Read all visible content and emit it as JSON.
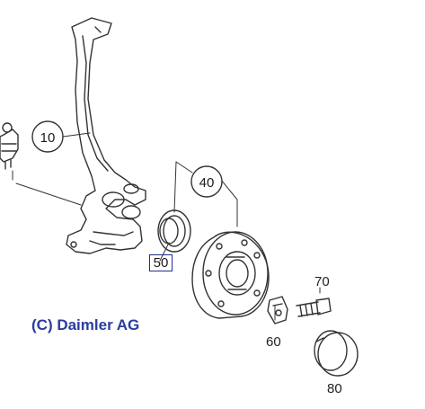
{
  "callouts": {
    "knuckle": "10",
    "hub": "40",
    "seal": "50",
    "bolt": "70",
    "clip": "60",
    "cap": "80"
  },
  "copyright": "(C) Daimler AG",
  "colors": {
    "copyright": "#2a3d9e",
    "selection": "#1f2f8f",
    "line": "#333333"
  }
}
